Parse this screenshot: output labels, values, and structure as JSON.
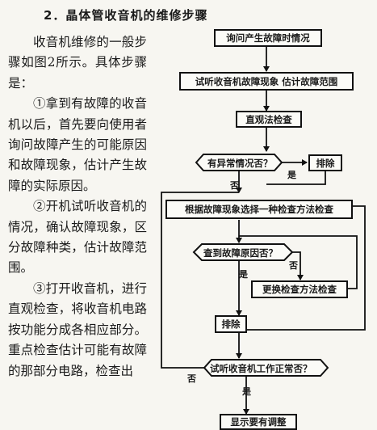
{
  "heading": "2．晶体管收音机的维修步骤",
  "body": {
    "p1": "收音机维修的一般步骤如图2所示。具体步骤是：",
    "p2": "①拿到有故障的收音机以后，首先要向使用者询问故障产生的可能原因和故障现象，估计产生故障的实际原因。",
    "p3": "②开机试听收音机的情况，确认故障现象，区分故障种类，估计故障范围。",
    "p4": "③打开收音机，进行直观检查，将收音机电路按功能分成各相应部分。重点检查估计可能有故障的那部分电路，检查出"
  },
  "flowchart": {
    "step1": "询问产生故障时情况",
    "step2": "试听收音机故障现象 估计故障范围",
    "step3": "直观法检查",
    "decision1": "有异常情况否？",
    "action1": "排除",
    "step4": "根据故障现象选择一种检查方法检查",
    "decision2": "查到故障原因否？",
    "action2": "更换检查方法检查",
    "action3": "排除",
    "decision3": "试听收音机工作正常否？",
    "step5": "显示要有调整",
    "yes": "是",
    "no": "否"
  }
}
